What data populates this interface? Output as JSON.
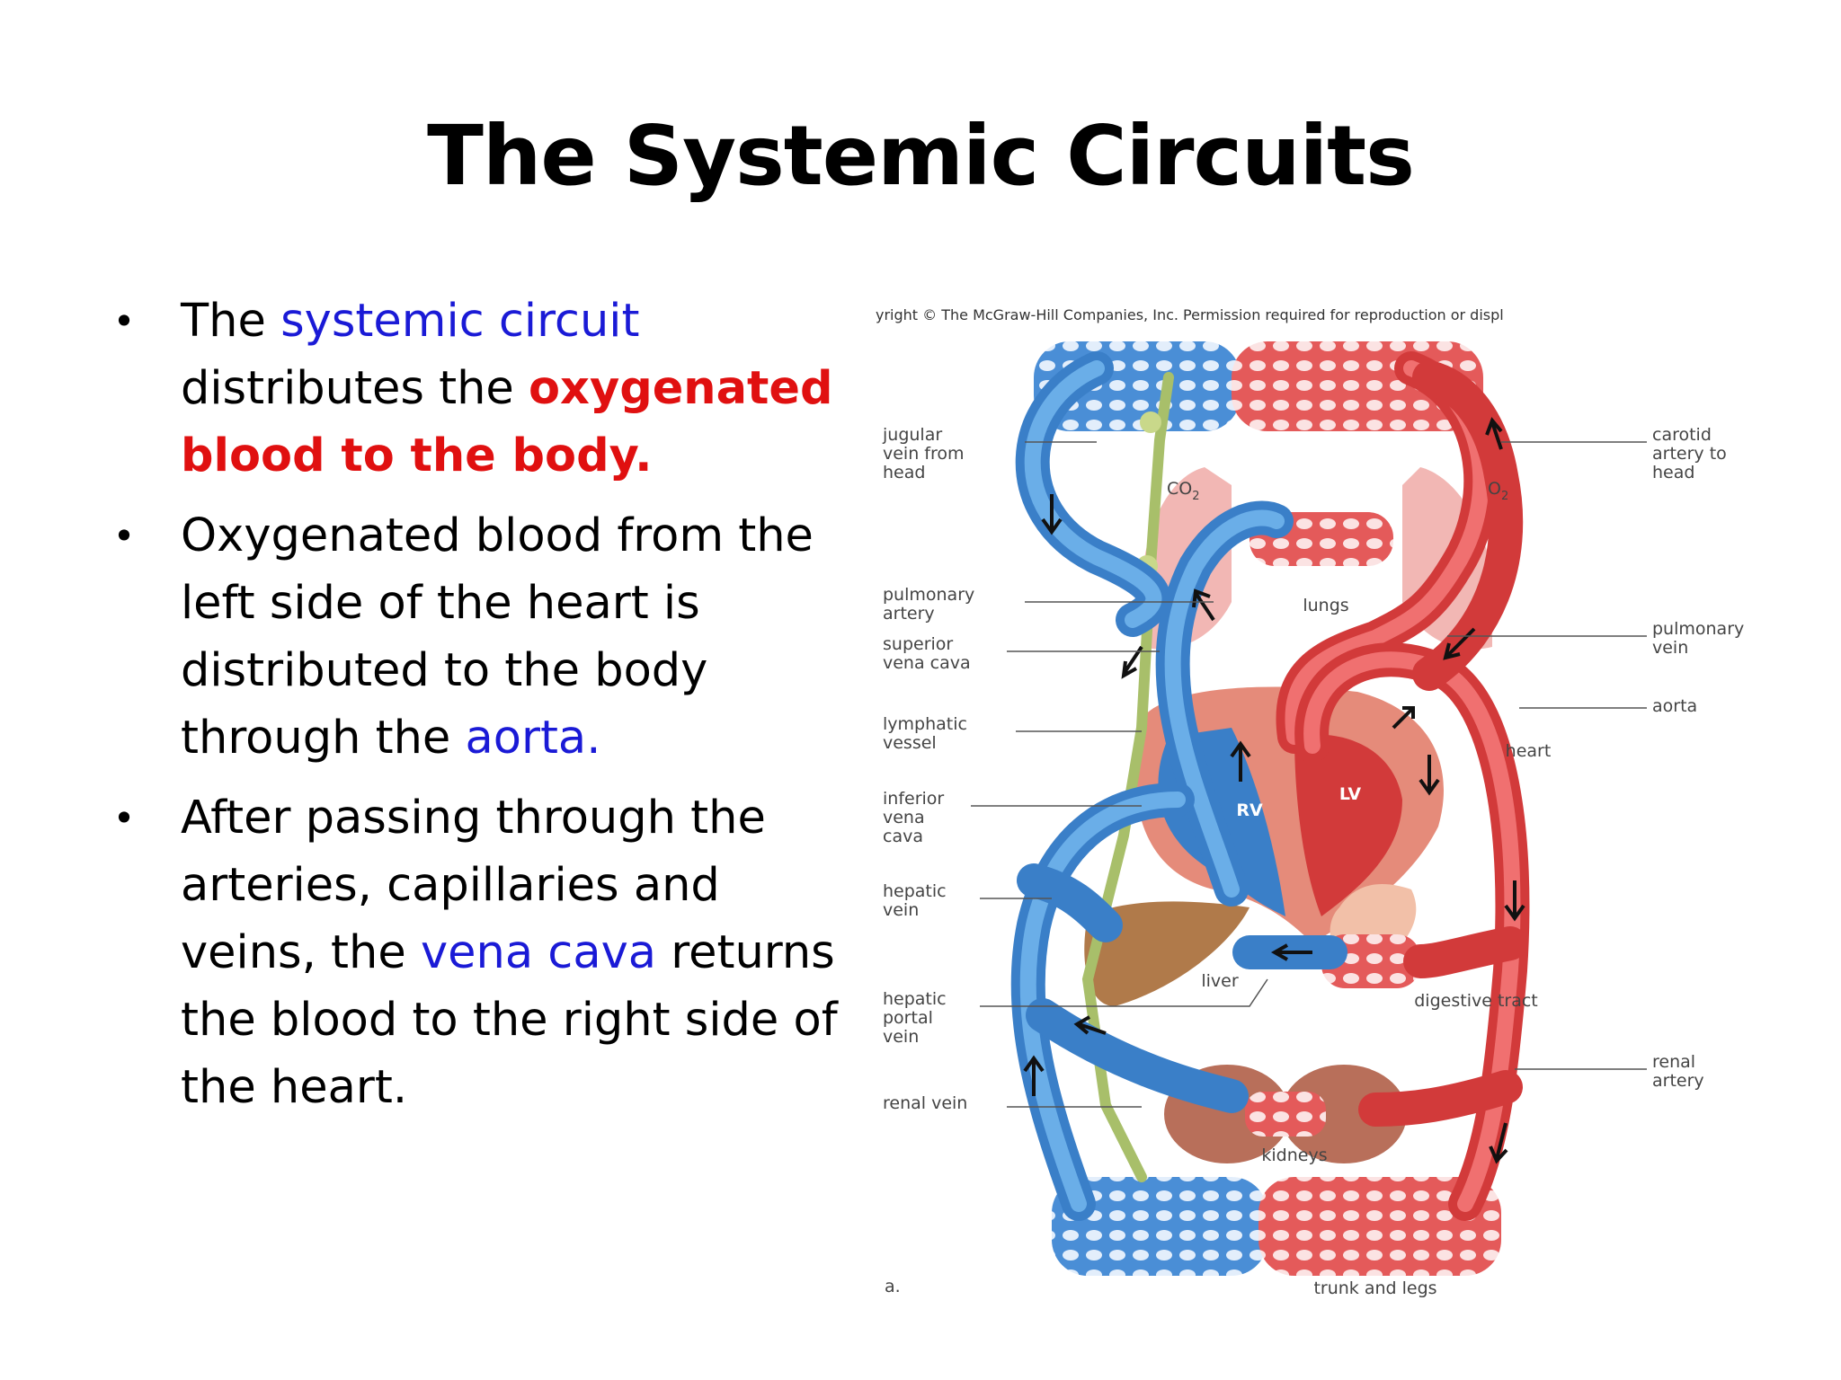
{
  "slide": {
    "title": "The Systemic Circuits",
    "bullets": [
      {
        "parts": [
          {
            "text": "The ",
            "style": "normal"
          },
          {
            "text": "systemic circuit",
            "style": "blue"
          },
          {
            "text": " distributes the ",
            "style": "normal"
          },
          {
            "text": "oxygenated blood to the body.",
            "style": "red-bold"
          }
        ]
      },
      {
        "parts": [
          {
            "text": "Oxygenated blood from the left side of the heart is distributed to the body through the ",
            "style": "normal"
          },
          {
            "text": "aorta.",
            "style": "blue"
          }
        ]
      },
      {
        "parts": [
          {
            "text": "After passing through the arteries, capillaries and veins, the ",
            "style": "normal"
          },
          {
            "text": "vena cava",
            "style": "blue"
          },
          {
            "text": " returns the blood to the right side of the heart.",
            "style": "normal"
          }
        ]
      }
    ]
  },
  "figure": {
    "copyright": "yright © The McGraw-Hill Companies, Inc. Permission required for reproduction or displ",
    "panel_letter": "a.",
    "labels_left": {
      "jugular": [
        "jugular",
        "vein from",
        "head"
      ],
      "pulmonary_artery": [
        "pulmonary",
        "artery"
      ],
      "superior_vena_cava": [
        "superior",
        "vena cava"
      ],
      "lymphatic": [
        "lymphatic",
        "vessel"
      ],
      "inferior_vena_cava": [
        "inferior",
        "vena",
        "cava"
      ],
      "hepatic_vein": [
        "hepatic",
        "vein"
      ],
      "hepatic_portal": [
        "hepatic",
        "portal",
        "vein"
      ],
      "renal_vein": [
        "renal vein"
      ]
    },
    "labels_right": {
      "carotid": [
        "carotid",
        "artery to",
        "head"
      ],
      "pulmonary_vein": [
        "pulmonary",
        "vein"
      ],
      "aorta": [
        "aorta"
      ],
      "renal_artery": [
        "renal",
        "artery"
      ]
    },
    "labels_center": {
      "co2": "CO",
      "co2_sub": "2",
      "o2": "O",
      "o2_sub": "2",
      "lungs": "lungs",
      "heart": "heart",
      "rv": "RV",
      "lv": "LV",
      "liver": "liver",
      "digestive": "digestive tract",
      "kidneys": "kidneys",
      "trunk": "trunk and legs"
    },
    "colors": {
      "vein": "#3a7fc8",
      "artery": "#d23a3a",
      "lymph": "#a8bf6a",
      "lungs": "#f2b7b4",
      "heart": "#e58b7a",
      "liver": "#b07a4a",
      "kidney": "#b86f5a"
    }
  }
}
